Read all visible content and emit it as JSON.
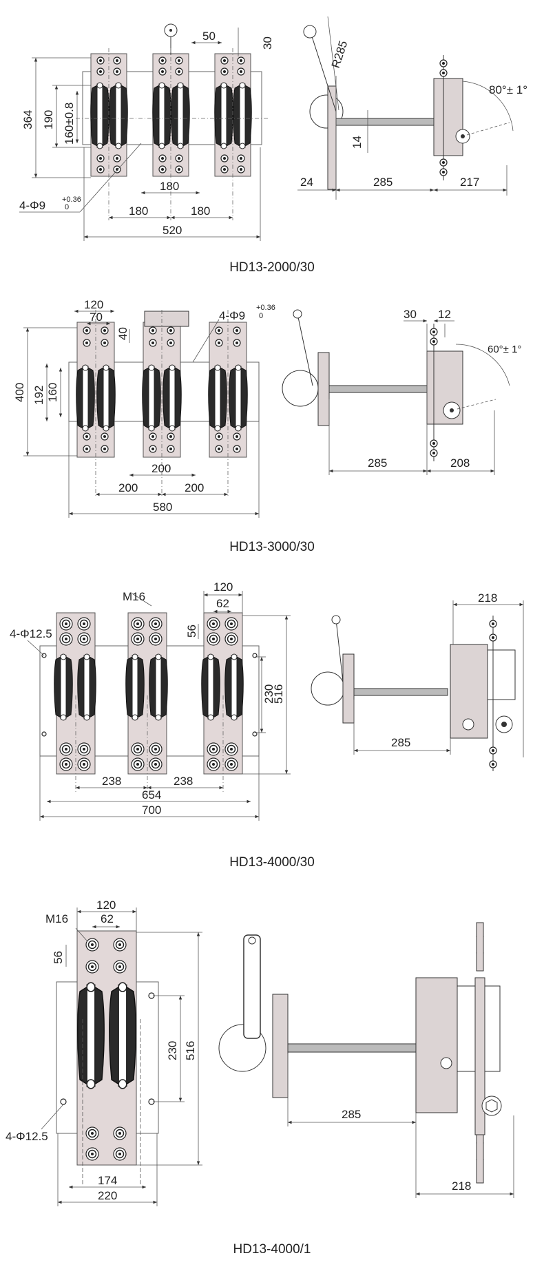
{
  "captions": {
    "hd13_2000": "HD13-2000/30",
    "hd13_3000": "HD13-3000/30",
    "hd13_4000_30": "HD13-4000/30",
    "hd13_4000_1": "HD13-4000/1"
  },
  "d1": {
    "d50": "50",
    "d30": "30",
    "d364": "364",
    "d190": "190",
    "d160": "160±0.8",
    "hole": "4-Φ9",
    "tol": "+0.36",
    "tol0": "0",
    "d180a": "180",
    "d180b": "180",
    "d180c": "180",
    "d520": "520",
    "r285": "R285",
    "ang": "80°± 1°",
    "d14": "14",
    "d24": "24",
    "d285": "285",
    "d217": "217"
  },
  "d2": {
    "d120": "120",
    "d70": "70",
    "d40": "40",
    "hole": "4-Φ9",
    "tol": "+0.36",
    "tol0": "0",
    "d400": "400",
    "d192": "192",
    "d160": "160",
    "d200a": "200",
    "d200b": "200",
    "d200c": "200",
    "d580": "580",
    "d30": "30",
    "d12": "12",
    "ang": "60°± 1°",
    "d285": "285",
    "d208": "208"
  },
  "d3": {
    "d120": "120",
    "m16": "M16",
    "d62": "62",
    "d56": "56",
    "hole": "4-Φ12.5",
    "d230": "230",
    "d516": "516",
    "d238a": "238",
    "d238b": "238",
    "d654": "654",
    "d700": "700",
    "d218": "218",
    "d285": "285"
  },
  "d4": {
    "d120": "120",
    "m16": "M16",
    "d62": "62",
    "d56": "56",
    "d230": "230",
    "d516": "516",
    "hole": "4-Φ12.5",
    "d174": "174",
    "d220": "220",
    "d285": "285",
    "d218": "218"
  }
}
